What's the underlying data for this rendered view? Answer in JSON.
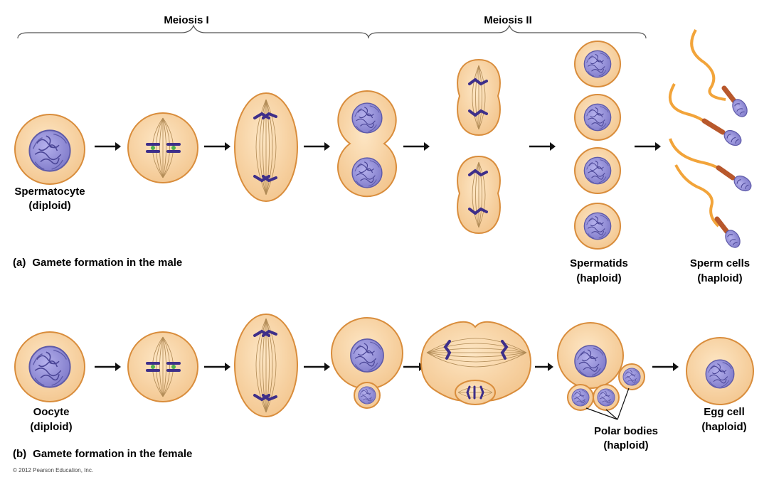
{
  "colors": {
    "cell_fill": "#f7d4a6",
    "cell_stroke": "#d98d3c",
    "nucleus_fill": "#8d8ad4",
    "nucleus_stroke": "#5e5aa8",
    "chromosome": "#3e2f8a",
    "kinetochore": "#4caf50",
    "spindle": "#b08a55",
    "tail": "#f2a43a",
    "midpiece": "#b8582c",
    "arrow": "#111111"
  },
  "meiosis_labels": {
    "meiosis_1": "Meiosis I",
    "meiosis_2": "Meiosis II"
  },
  "male": {
    "start_line1": "Spermatocyte",
    "start_line2": "(diploid)",
    "caption_letter": "(a)",
    "caption_text": "Gamete formation in the male",
    "spermatids_line1": "Spermatids",
    "spermatids_line2": "(haploid)",
    "sperm_line1": "Sperm cells",
    "sperm_line2": "(haploid)"
  },
  "female": {
    "start_line1": "Oocyte",
    "start_line2": "(diploid)",
    "caption_letter": "(b)",
    "caption_text": "Gamete formation in the female",
    "polar_line1": "Polar bodies",
    "polar_line2": "(haploid)",
    "egg_line1": "Egg cell",
    "egg_line2": "(haploid)"
  },
  "copyright": "© 2012 Pearson Education, Inc."
}
